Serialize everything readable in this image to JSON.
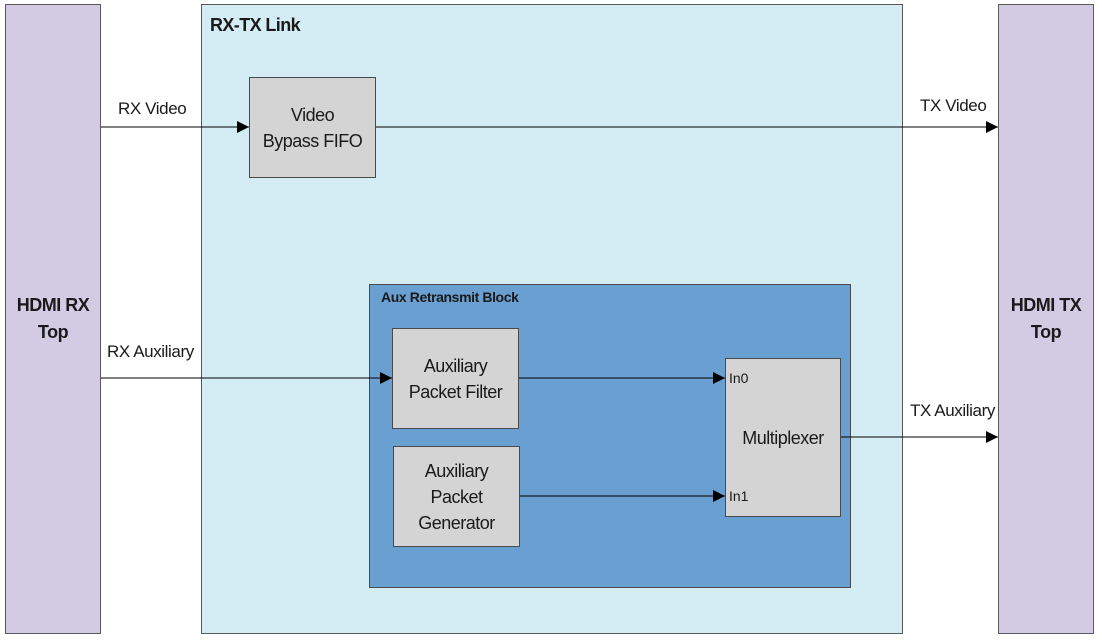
{
  "rx_top": {
    "label": "HDMI RX\nTop"
  },
  "tx_top": {
    "label": "HDMI TX\nTop"
  },
  "rx_tx_link": {
    "title": "RX-TX Link"
  },
  "aux_block": {
    "title": "Aux Retransmit Block"
  },
  "blocks": {
    "video_fifo": "Video\nBypass FIFO",
    "aux_filter": "Auxiliary\nPacket Filter",
    "aux_generator": "Auxiliary\nPacket Generator",
    "multiplexer": "Multiplexer"
  },
  "ports": {
    "in0": "In0",
    "in1": "In1"
  },
  "signals": {
    "rx_video": "RX Video",
    "tx_video": "TX Video",
    "rx_aux": "RX Auxiliary",
    "tx_aux": "TX Auxiliary"
  },
  "colors": {
    "side": "#d3cbe4",
    "link_bg": "#d4ecf3",
    "aux_bg": "#6a9fd2",
    "block": "#d4d4d4"
  }
}
